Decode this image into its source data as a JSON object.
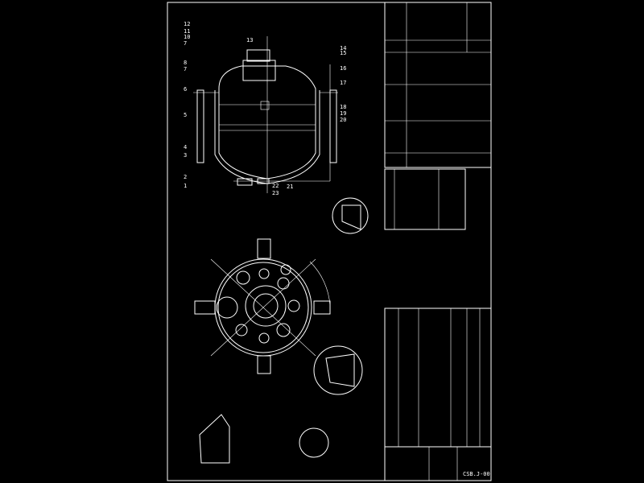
{
  "drawing": {
    "background": "#000000",
    "line_color": "#ffffff",
    "callouts_left": [
      "12",
      "11",
      "10",
      "7",
      "8",
      "7",
      "6",
      "5",
      "4",
      "3",
      "2",
      "1"
    ],
    "callouts_right": [
      "14",
      "15",
      "16",
      "17",
      "18",
      "19",
      "20"
    ],
    "callouts_top": [
      "13"
    ],
    "callouts_bottom": [
      "22",
      "23",
      "21"
    ],
    "drawing_number": "CSB.J-00"
  }
}
